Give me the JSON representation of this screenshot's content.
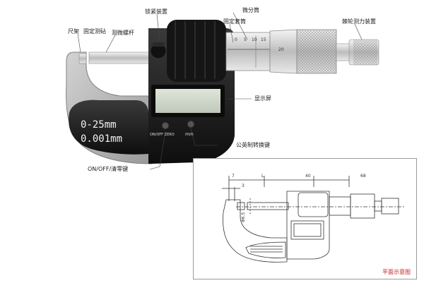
{
  "labels": {
    "frame": "尺架",
    "fixed_anvil": "固定测砧",
    "spindle": "测微螺杆",
    "lock": "锁紧装置",
    "thimble": "微分筒",
    "sleeve": "固定套筒",
    "ratchet": "棘轮测力装置",
    "display": "显示屏",
    "unit_switch": "公英制转换键",
    "onoff_zero": "ON/OFF/清零键"
  },
  "body_text": {
    "range": "0-25mm",
    "resolution": "0.001mm",
    "btn_onoff": "ON/OFF ZERO",
    "btn_unit": "mm"
  },
  "sleeve_scale": [
    "0",
    "5",
    "10",
    "15",
    "20"
  ],
  "drawing": {
    "caption": "平面示意图",
    "dims": {
      "d7": "7",
      "d3": "3",
      "dL": "L",
      "d40": "40",
      "d68": "68",
      "d65": "Φ6.5"
    }
  },
  "colors": {
    "caption": "#c21f1f",
    "frame": "#b8b8b8",
    "dark": "#1e1e1e"
  }
}
